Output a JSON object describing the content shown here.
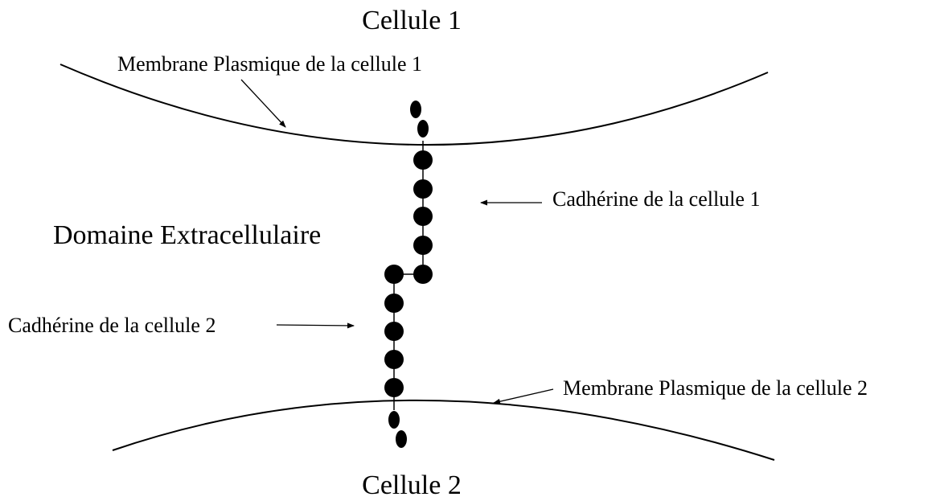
{
  "labels": {
    "cell1_title": "Cellule 1",
    "cell2_title": "Cellule 2",
    "membrane1": "Membrane Plasmique de la cellule 1",
    "membrane2": "Membrane Plasmique de la cellule 2",
    "cadherin1": "Cadhérine de la cellule 1",
    "cadherin2": "Cadhérine de la cellule 2",
    "extracellular": "Domaine Extracellulaire"
  },
  "colors": {
    "ink": "#000000",
    "background": "#ffffff"
  }
}
